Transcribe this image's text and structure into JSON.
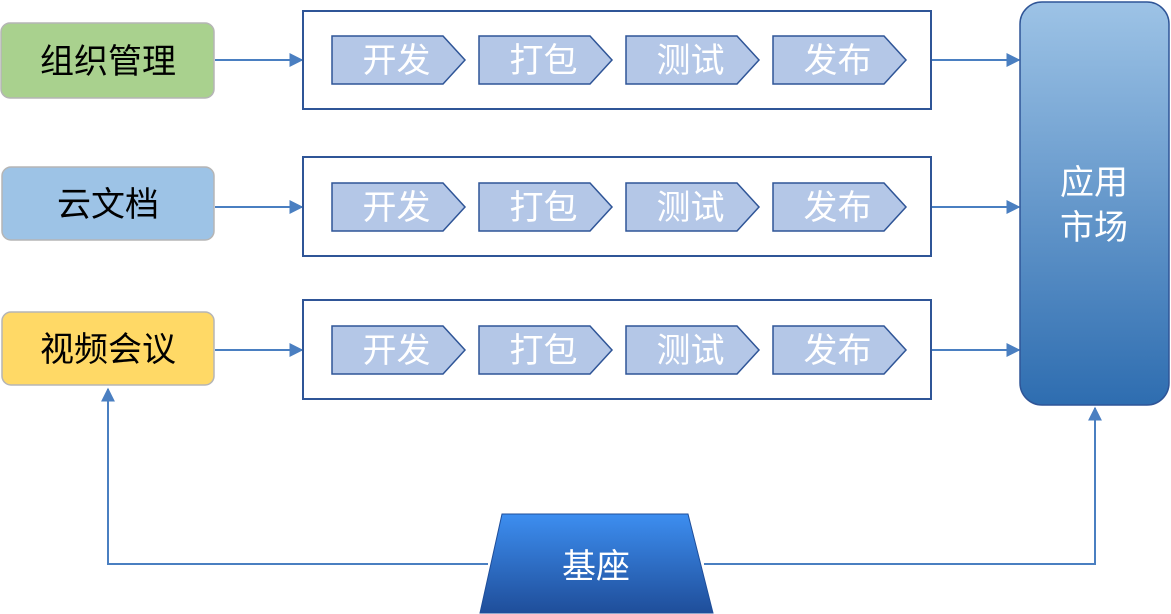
{
  "modules": [
    {
      "label": "组织管理",
      "fill": "#a9d18e"
    },
    {
      "label": "云文档",
      "fill": "#9dc3e6"
    },
    {
      "label": "视频会议",
      "fill": "#ffd966"
    }
  ],
  "pipeline_steps": [
    "开发",
    "打包",
    "测试",
    "发布"
  ],
  "app_market": {
    "line1": "应用",
    "line2": "市场"
  },
  "base": {
    "label": "基座"
  },
  "colors": {
    "arrow": "#4a7fc1",
    "chevron_fill": "#b4c7e7",
    "chevron_stroke": "#2f5597",
    "frame_stroke": "#2f5597",
    "market_top": "#9dc3e6",
    "market_bottom": "#2e6db0",
    "base_top": "#3d8ef0",
    "base_bottom": "#1f4e9a"
  }
}
